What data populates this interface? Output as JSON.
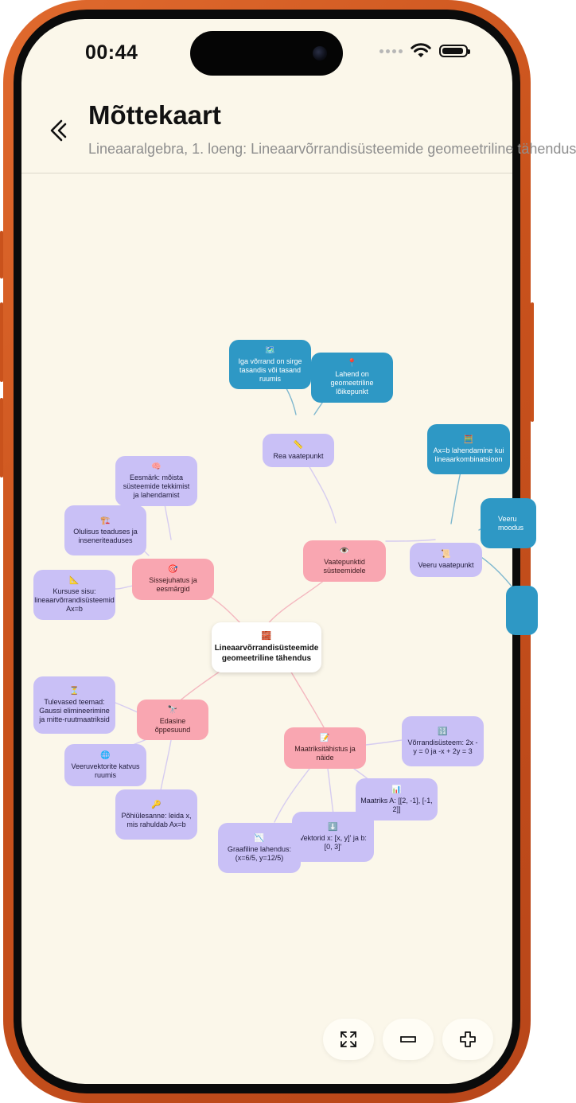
{
  "status_bar": {
    "time": "00:44"
  },
  "header": {
    "title": "Mõttekaart",
    "subtitle": "Lineaaralgebra, 1. loeng: Lineaarvõrrandisüsteemide geomeetriline tähendus"
  },
  "mindmap": {
    "center": {
      "emoji": "🧱",
      "text": "Lineaarvõrrandisüsteemide geomeetriline tähendus"
    },
    "n_row": {
      "emoji": "📏",
      "text": "Rea vaatepunkt"
    },
    "n_row_a": {
      "emoji": "🗺️",
      "text": "Iga võrrand on sirge tasandis või tasand ruumis"
    },
    "n_row_b": {
      "emoji": "📍",
      "text": "Lahend on geomeetriline lõikepunkt"
    },
    "n_view": {
      "emoji": "👁️",
      "text": "Vaatepunktid süsteemidele"
    },
    "n_col": {
      "emoji": "📜",
      "text": "Veeru vaatepunkt"
    },
    "n_col_a": {
      "emoji": "🧮",
      "text": "Ax=b lahendamine kui lineaarkombinatsioon"
    },
    "n_col_b": {
      "emoji": "",
      "text": "Veeru moodus"
    },
    "n_intro": {
      "emoji": "🎯",
      "text": "Sissejuhatus ja eesmärgid"
    },
    "n_intro_a": {
      "emoji": "🧠",
      "text": "Eesmärk: mõista süsteemide tekkimist ja lahendamist"
    },
    "n_intro_b": {
      "emoji": "🏗️",
      "text": "Olulisus teaduses ja inseneriteaduses"
    },
    "n_intro_c": {
      "emoji": "📐",
      "text": "Kursuse sisu: lineaarvõrrandisüsteemid Ax=b"
    },
    "n_next": {
      "emoji": "🔭",
      "text": "Edasine õppesuund"
    },
    "n_next_a": {
      "emoji": "⏳",
      "text": "Tulevased teemad: Gaussi elimineerimine ja mitte-ruutmaatriksid"
    },
    "n_next_b": {
      "emoji": "🌐",
      "text": "Veeruvektorite katvus ruumis"
    },
    "n_next_c": {
      "emoji": "🔑",
      "text": "Põhiülesanne: leida x, mis rahuldab Ax=b"
    },
    "n_matrix": {
      "emoji": "📝",
      "text": "Maatriksitähistus ja näide"
    },
    "n_matrix_a": {
      "emoji": "🔢",
      "text": "Võrrandisüsteem: 2x - y = 0 ja -x + 2y = 3"
    },
    "n_matrix_b": {
      "emoji": "📊",
      "text": "Maatriks A: [[2, -1], [-1, 2]]"
    },
    "n_matrix_c": {
      "emoji": "⬇️",
      "text": "Vektorid x: [x, y]' ja b: [0, 3]'"
    },
    "n_matrix_d": {
      "emoji": "📉",
      "text": "Graafiline lahendus: (x=6/5, y=12/5)"
    }
  },
  "colors": {
    "background": "#fbf7ea",
    "pink_node": "#f9a6b1",
    "purple_node": "#c9c0f6",
    "blue_node": "#2e98c5",
    "phone_frame": "#d15a22"
  },
  "controls": {
    "fit_icon": "expand-arrows-icon",
    "zoom_out_icon": "minus-icon",
    "zoom_in_icon": "plus-icon"
  }
}
